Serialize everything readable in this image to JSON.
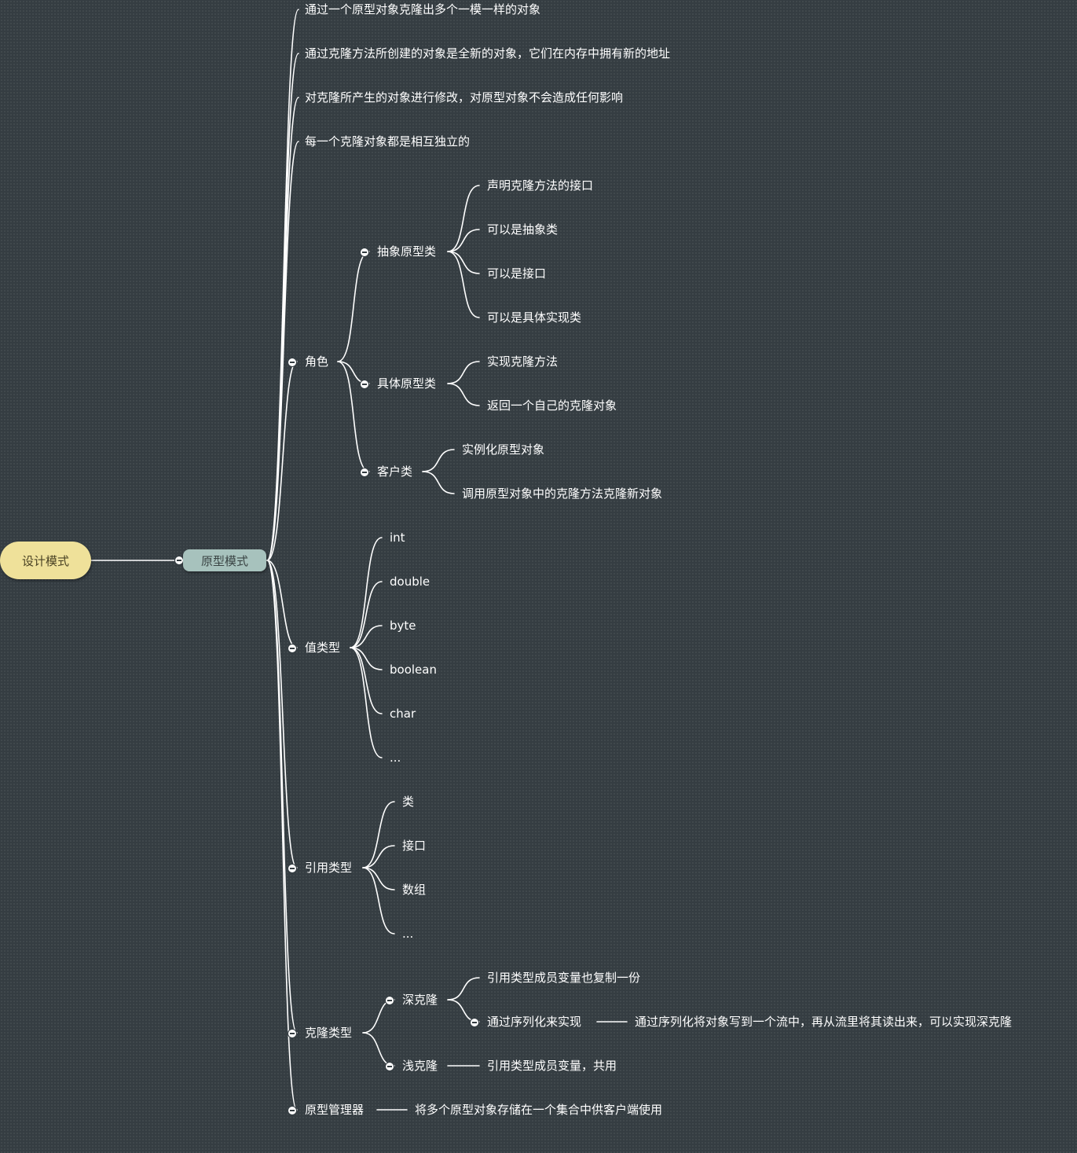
{
  "root": "设计模式",
  "hub": "原型模式",
  "facts": [
    "通过一个原型对象克隆出多个一模一样的对象",
    "通过克隆方法所创建的对象是全新的对象，它们在内存中拥有新的地址",
    "对克隆所产生的对象进行修改，对原型对象不会造成任何影响",
    "每一个克隆对象都是相互独立的"
  ],
  "roles": {
    "label": "角色",
    "abstract": {
      "label": "抽象原型类",
      "items": [
        "声明克隆方法的接口",
        "可以是抽象类",
        "可以是接口",
        "可以是具体实现类"
      ]
    },
    "concrete": {
      "label": "具体原型类",
      "items": [
        "实现克隆方法",
        "返回一个自己的克隆对象"
      ]
    },
    "client": {
      "label": "客户类",
      "items": [
        "实例化原型对象",
        "调用原型对象中的克隆方法克隆新对象"
      ]
    }
  },
  "value_types": {
    "label": "值类型",
    "items": [
      "int",
      "double",
      "byte",
      "boolean",
      "char",
      "..."
    ]
  },
  "reference_types": {
    "label": "引用类型",
    "items": [
      "类",
      "接口",
      "数组",
      "..."
    ]
  },
  "clone_types": {
    "label": "克隆类型",
    "deep": {
      "label": "深克隆",
      "item1": "引用类型成员变量也复制一份",
      "item2": "通过序列化来实现",
      "item2_note": "通过序列化将对象写到一个流中，再从流里将其读出来，可以实现深克隆"
    },
    "shallow": {
      "label": "浅克隆",
      "note": "引用类型成员变量，共用"
    }
  },
  "manager": {
    "label": "原型管理器",
    "note": "将多个原型对象存储在一个集合中供客户端使用"
  },
  "colors": {
    "background": "#353d42",
    "root_fill": "#efe19a",
    "hub_fill": "#a7c2bd",
    "line": "#ffffff",
    "text": "#ffffff"
  }
}
